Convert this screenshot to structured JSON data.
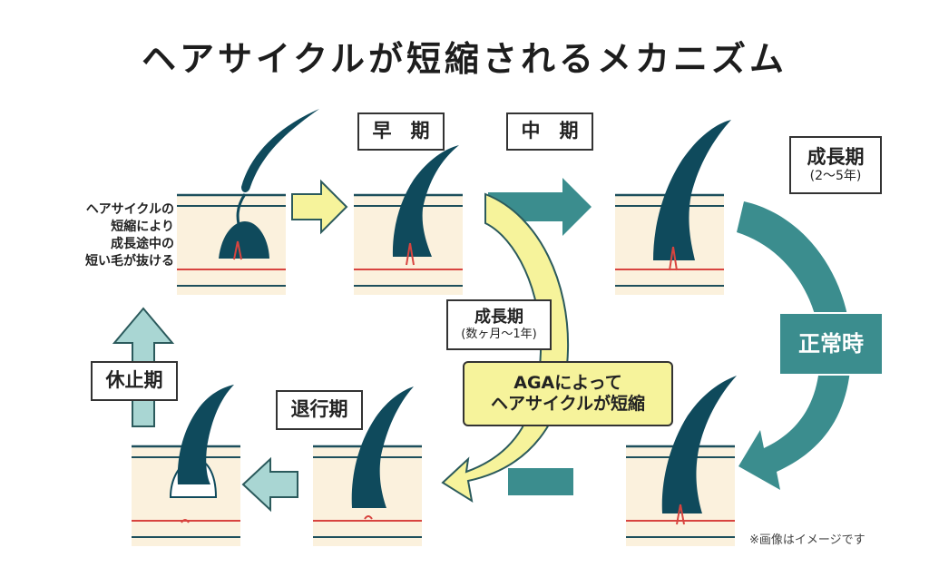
{
  "title": "ヘアサイクルが短縮されるメカニズム",
  "stages": {
    "early": "早　期",
    "middle": "中　期",
    "growth_normal": "成長期",
    "growth_normal_sub": "(2〜5年)",
    "regression": "退行期",
    "rest": "休止期",
    "growth_aga": "成長期",
    "growth_aga_sub": "(数ヶ月〜1年)"
  },
  "notes": {
    "normal": "正常時",
    "aga_line1": "AGAによって",
    "aga_line2": "ヘアサイクルが短縮",
    "shed_line1": "ヘアサイクルの",
    "shed_line2": "短縮により",
    "shed_line3": "成長途中の",
    "shed_line4": "短い毛が抜ける",
    "disclaimer": "※画像はイメージです"
  },
  "colors": {
    "hair": "#0f4a5c",
    "teal_arrow": "#3b8d8e",
    "light_teal_arrow": "#a9d6d3",
    "yellow_arrow": "#f6f39b",
    "skin": "#fbf1dd",
    "red_line": "#d8443f"
  }
}
